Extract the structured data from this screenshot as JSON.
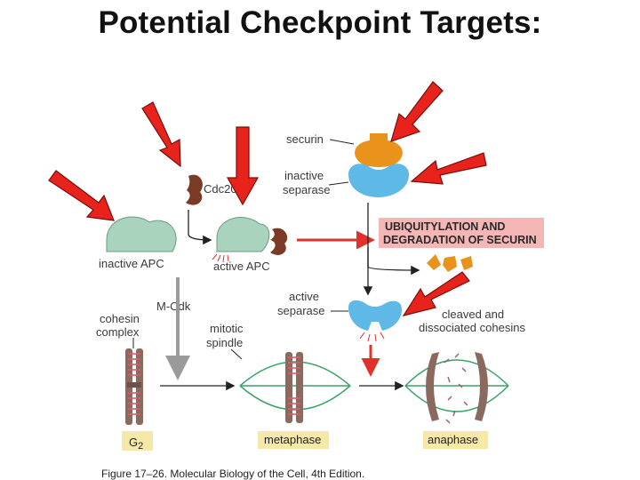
{
  "slide": {
    "title": "Potential Checkpoint Targets:"
  },
  "labels": {
    "securin": "securin",
    "inactive_separase_1": "inactive",
    "inactive_separase_2": "separase",
    "cdc20": "Cdc20",
    "inactive_apc": "inactive APC",
    "active_apc": "active APC",
    "mcdk": "M-Cdk",
    "active_separase_1": "active",
    "active_separase_2": "separase",
    "cohesin_1": "cohesin",
    "cohesin_2": "complex",
    "spindle_1": "mitotic",
    "spindle_2": "spindle",
    "cleaved_1": "cleaved and",
    "cleaved_2": "dissociated cohesins"
  },
  "banner": {
    "line1": "UBIQUITYLATION AND",
    "line2": "DEGRADATION OF SECURIN"
  },
  "phases": {
    "g2": "G",
    "g2_sub": "2",
    "metaphase": "metaphase",
    "anaphase": "anaphase"
  },
  "caption": "Figure 17–26. Molecular Biology of the Cell, 4th Edition.",
  "colors": {
    "target_arrow": "#e8231c",
    "apc": "#a9d3bd",
    "cdc20": "#7a3b26",
    "securin": "#e9921c",
    "separase": "#5fb9e6",
    "banner": "#f5b6b6",
    "phase_box": "#f6e9a8",
    "spindle": "#3aa36a"
  }
}
